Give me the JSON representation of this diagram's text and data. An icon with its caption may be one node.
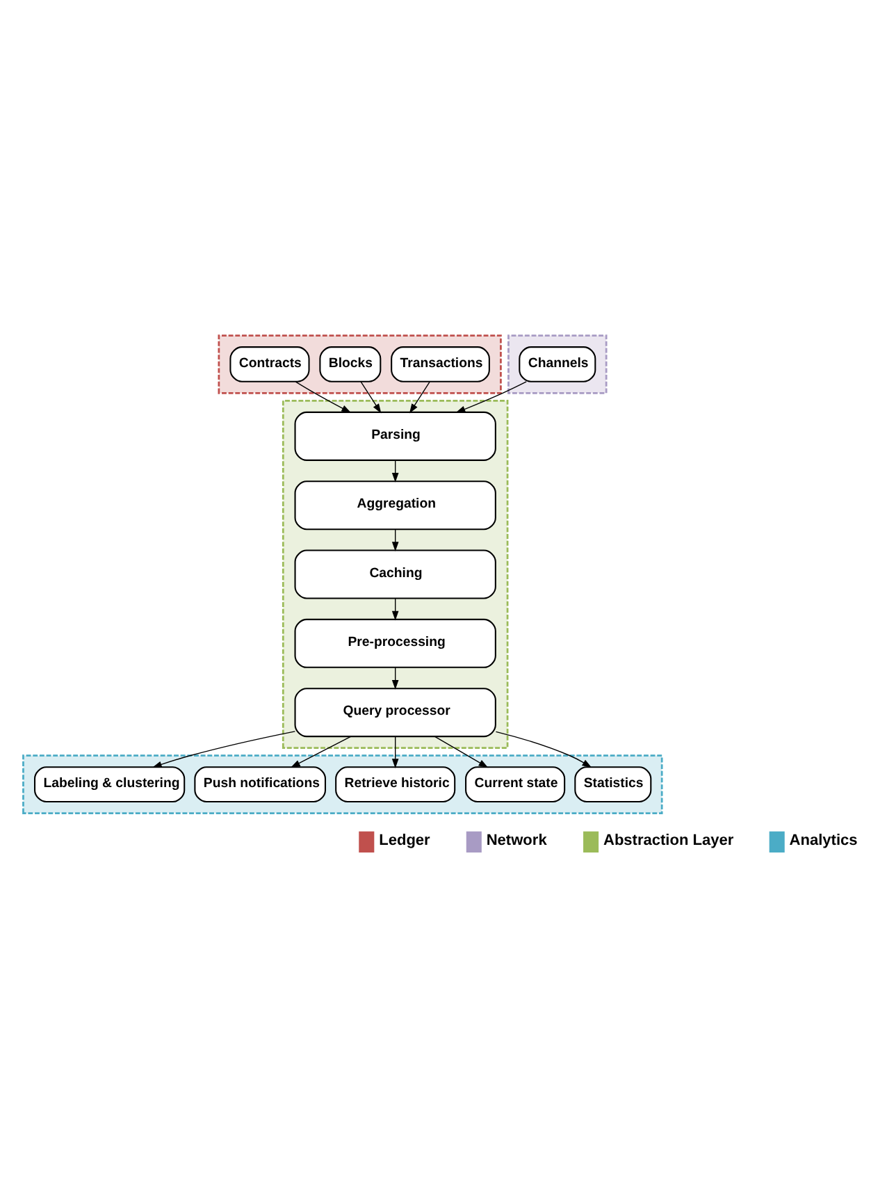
{
  "diagram": {
    "nodes": [
      {
        "text": [],
        "shape": "box"
      },
      {
        "text": [
          "Transactions"
        ],
        "in": 0
      },
      {
        "text": [
          "Blocks"
        ],
        "in": 0
      },
      {
        "text": [
          "Contracts"
        ],
        "in": 0
      },
      {
        "text": [],
        "shape": "box"
      },
      {
        "text": [
          "Channels"
        ],
        "in": 4
      },
      {
        "text": [],
        "shape": "box"
      },
      {
        "text": [
          "Parsing"
        ],
        "in": 6
      },
      {
        "text": [
          "Aggregation"
        ],
        "in": 6
      },
      {
        "text": [
          "Caching"
        ],
        "in": 6
      },
      {
        "text": [
          "Pre-processing"
        ],
        "in": 6
      },
      {
        "text": [
          "Query processor"
        ],
        "in": 6
      },
      {
        "text": [],
        "shape": "box"
      },
      {
        "text": [
          "Statistics"
        ],
        "in": 12
      },
      {
        "text": [
          "Current state"
        ],
        "in": 12
      },
      {
        "text": [
          "Retrieve historic"
        ],
        "in": 12
      },
      {
        "text": [
          "Push notifications"
        ],
        "in": 12
      },
      {
        "text": [
          "Labeling & clustering"
        ],
        "in": 12
      }
    ],
    "edges": [
      {
        "from": 1,
        "to": 7,
        "arrow": "to"
      },
      {
        "from": 2,
        "to": 7,
        "arrow": "to"
      },
      {
        "from": 3,
        "to": 7,
        "arrow": "to"
      },
      {
        "from": 5,
        "to": 7,
        "arrow": "to"
      },
      {
        "from": 7,
        "to": 8,
        "arrow": "to"
      },
      {
        "from": 8,
        "to": 9,
        "arrow": "to"
      },
      {
        "from": 9,
        "to": 10,
        "arrow": "to"
      },
      {
        "from": 10,
        "to": 11,
        "arrow": "to"
      },
      {
        "from": 11,
        "to": 13,
        "arrow": "to"
      },
      {
        "from": 11,
        "to": 14,
        "arrow": "to"
      },
      {
        "from": 11,
        "to": 15,
        "arrow": "to"
      },
      {
        "from": 11,
        "to": 16,
        "arrow": "to"
      },
      {
        "from": 11,
        "to": 17,
        "arrow": "to"
      }
    ],
    "legend": [
      {
        "text": "Ledger",
        "color": "#c0504d"
      },
      {
        "text": "Network",
        "color": "#a89bc4"
      },
      {
        "text": "Abstraction Layer",
        "color": "#9bbb59"
      },
      {
        "text": "Analytics",
        "color": "#4bacc6"
      }
    ]
  }
}
